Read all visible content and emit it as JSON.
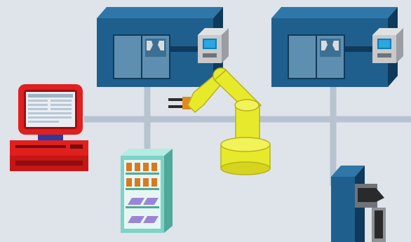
{
  "diagram": {
    "colors": {
      "background": "#dfe3ea",
      "network_line": "#b7c3d0",
      "machine_body": "#1f5f8e",
      "machine_dark": "#0f3a5b",
      "machine_window": "#5f8fb0",
      "controller_panel": "#c7c9cc",
      "controller_screen": "#0c7fb8",
      "workstation_red": "#e01f1f",
      "workstation_screen": "#e9eef3",
      "storage_cabinet": "#7dd3c6",
      "storage_shelf_item": "#d87a1f",
      "storage_tray": "#9a86d6",
      "robot_arm": "#e7ea2a",
      "robot_shadow": "#b9b31c"
    },
    "elements": [
      {
        "name": "machining-center",
        "icon": "cnc-machine-icon",
        "count": 2
      },
      {
        "name": "cnc-controller",
        "icon": "control-terminal-icon",
        "count": 2
      },
      {
        "name": "workstation-computer",
        "icon": "computer-icon",
        "count": 1
      },
      {
        "name": "parts-storage-rack",
        "icon": "storage-rack-icon",
        "count": 1
      },
      {
        "name": "industrial-robot-arm",
        "icon": "robot-arm-icon",
        "count": 1
      },
      {
        "name": "partial-machine",
        "icon": "cnc-machine-icon",
        "count": 1
      }
    ]
  }
}
